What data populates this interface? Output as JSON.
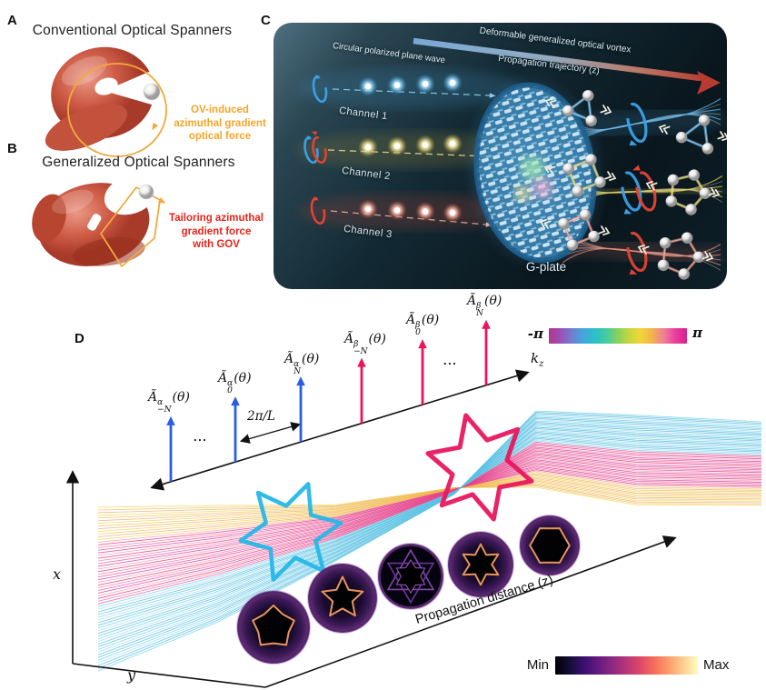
{
  "panel_a": {
    "label": "A",
    "title": "Conventional Optical Spanners",
    "annotation_lines": [
      "OV-induced",
      "azimuthal gradient",
      "optical force"
    ],
    "annotation_color": "#F5A42A"
  },
  "panel_b": {
    "label": "B",
    "title": "Generalized Optical Spanners",
    "annotation_lines": [
      "Tailoring azimuthal",
      "gradient force",
      "with GOV"
    ],
    "annotation_color": "#E8241A"
  },
  "panel_c": {
    "label": "C",
    "arrow_label_top": "Deformable generalized optical vortex",
    "arrow_label_bottom": "Propagation trajectory (z)",
    "input_label": "Circular polarized plane wave",
    "plate_label": "G-plate",
    "channels": [
      {
        "label": "Channel 1",
        "color": "#5ab4ea",
        "glow": "#8fd2f5"
      },
      {
        "label": "Channel 2",
        "color": "#e3cd55",
        "glow": "#f0e29a"
      },
      {
        "label": "Channel 3",
        "color": "#e8826e",
        "glow": "#f5b0a0"
      }
    ],
    "pol_rings": [
      [
        "#3AA0E8"
      ],
      [
        "#3AA0E8",
        "#E04434"
      ],
      [
        "#E04434"
      ]
    ],
    "arrow_gradient": [
      "#7aa7d6",
      "#93aec4",
      "#b97a68",
      "#b83a30"
    ]
  },
  "panel_d": {
    "label": "D",
    "spectrum_arrows": [
      {
        "head": "Ã",
        "sup": "α",
        "sub": "−N",
        "arg": "(θ)",
        "color": "#2B5CE6"
      },
      {
        "head": "Ã",
        "sup": "α",
        "sub": "0",
        "arg": "(θ)",
        "color": "#2B5CE6"
      },
      {
        "head": "Ã",
        "sup": "α",
        "sub": "N",
        "arg": "(θ)",
        "color": "#2B5CE6"
      },
      {
        "head": "Ã",
        "sup": "β",
        "sub": "−N",
        "arg": "(θ)",
        "color": "#EC135F"
      },
      {
        "head": "Ã",
        "sup": "β",
        "sub": "0",
        "arg": "(θ)",
        "color": "#EC135F"
      },
      {
        "head": "Ã",
        "sup": "β",
        "sub": "N",
        "arg": "(θ)",
        "color": "#EC135F"
      }
    ],
    "ellipsis": "...",
    "spacing_label": "2π/L",
    "kz_label": {
      "base": "k",
      "sub": "z"
    },
    "axis_x": "x",
    "axis_y": "y",
    "propagation_label": "Propagation distance (z)",
    "phase_colorbar": {
      "left": "-π",
      "right": "π",
      "stops": [
        "#b2368f",
        "#9b4fb5",
        "#6f7fd0",
        "#44a7dd",
        "#2bc0c8",
        "#43cba2",
        "#8ad05e",
        "#c8d63e",
        "#f2d53a",
        "#f2b14e",
        "#ee7f98",
        "#ea3f9c",
        "#d61f8d"
      ]
    },
    "intensity_colorbar": {
      "left": "Min",
      "right": "Max",
      "stops": [
        "#000004",
        "#140e36",
        "#3b0f70",
        "#641a80",
        "#8c2981",
        "#b73779",
        "#de4968",
        "#f7705c",
        "#fe9f6d",
        "#fecf92",
        "#fcfdbf"
      ]
    },
    "insets": [
      "five-lobe-star",
      "five-point-star",
      "six-point-star-outline",
      "six-point-star",
      "hexagon"
    ],
    "star_colors": {
      "cyan": "#25B7E8",
      "red": "#E8175D"
    }
  }
}
